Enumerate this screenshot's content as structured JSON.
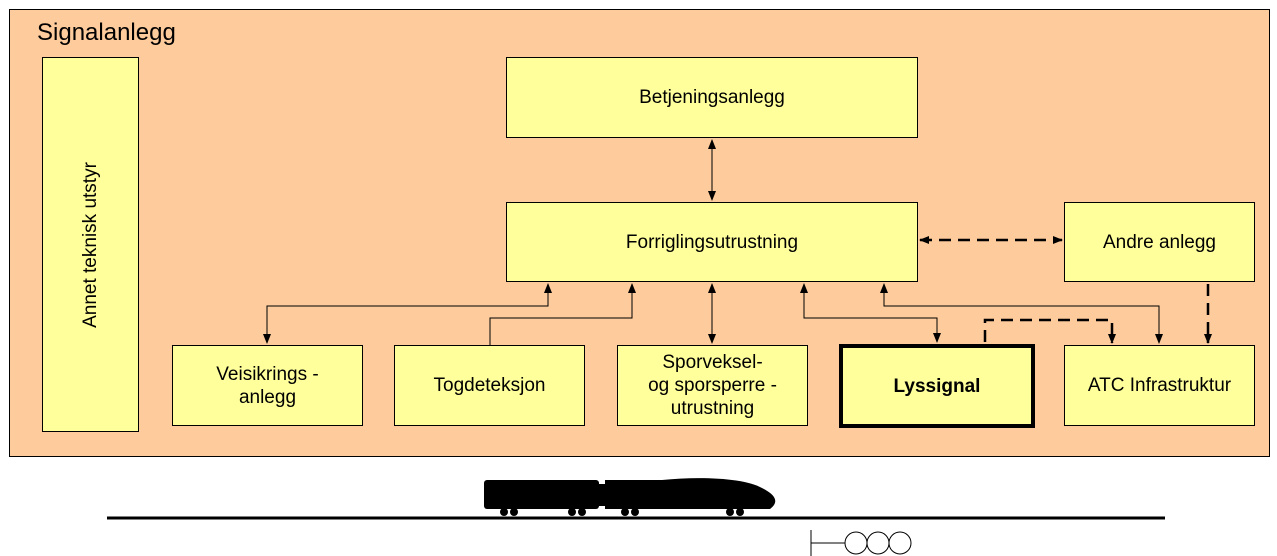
{
  "title": "Signalanlegg",
  "boxes": {
    "annet": "Annet teknisk utstyr",
    "betjening": "Betjeningsanlegg",
    "forrigling": "Forriglingsutrustning",
    "andre": "Andre anlegg",
    "veisikring": "Veisikrings -\nanlegg",
    "togdeteksjon": "Togdeteksjon",
    "sporveksel": "Sporveksel-\nog sporsperre -\nutrustning",
    "lyssignal": "Lyssignal",
    "atc": "ATC Infrastruktur"
  },
  "colors": {
    "panel": "#fdcb9c",
    "box": "#ffff9c",
    "line": "#000000"
  },
  "icons": [
    "train-icon",
    "signal-icon"
  ]
}
